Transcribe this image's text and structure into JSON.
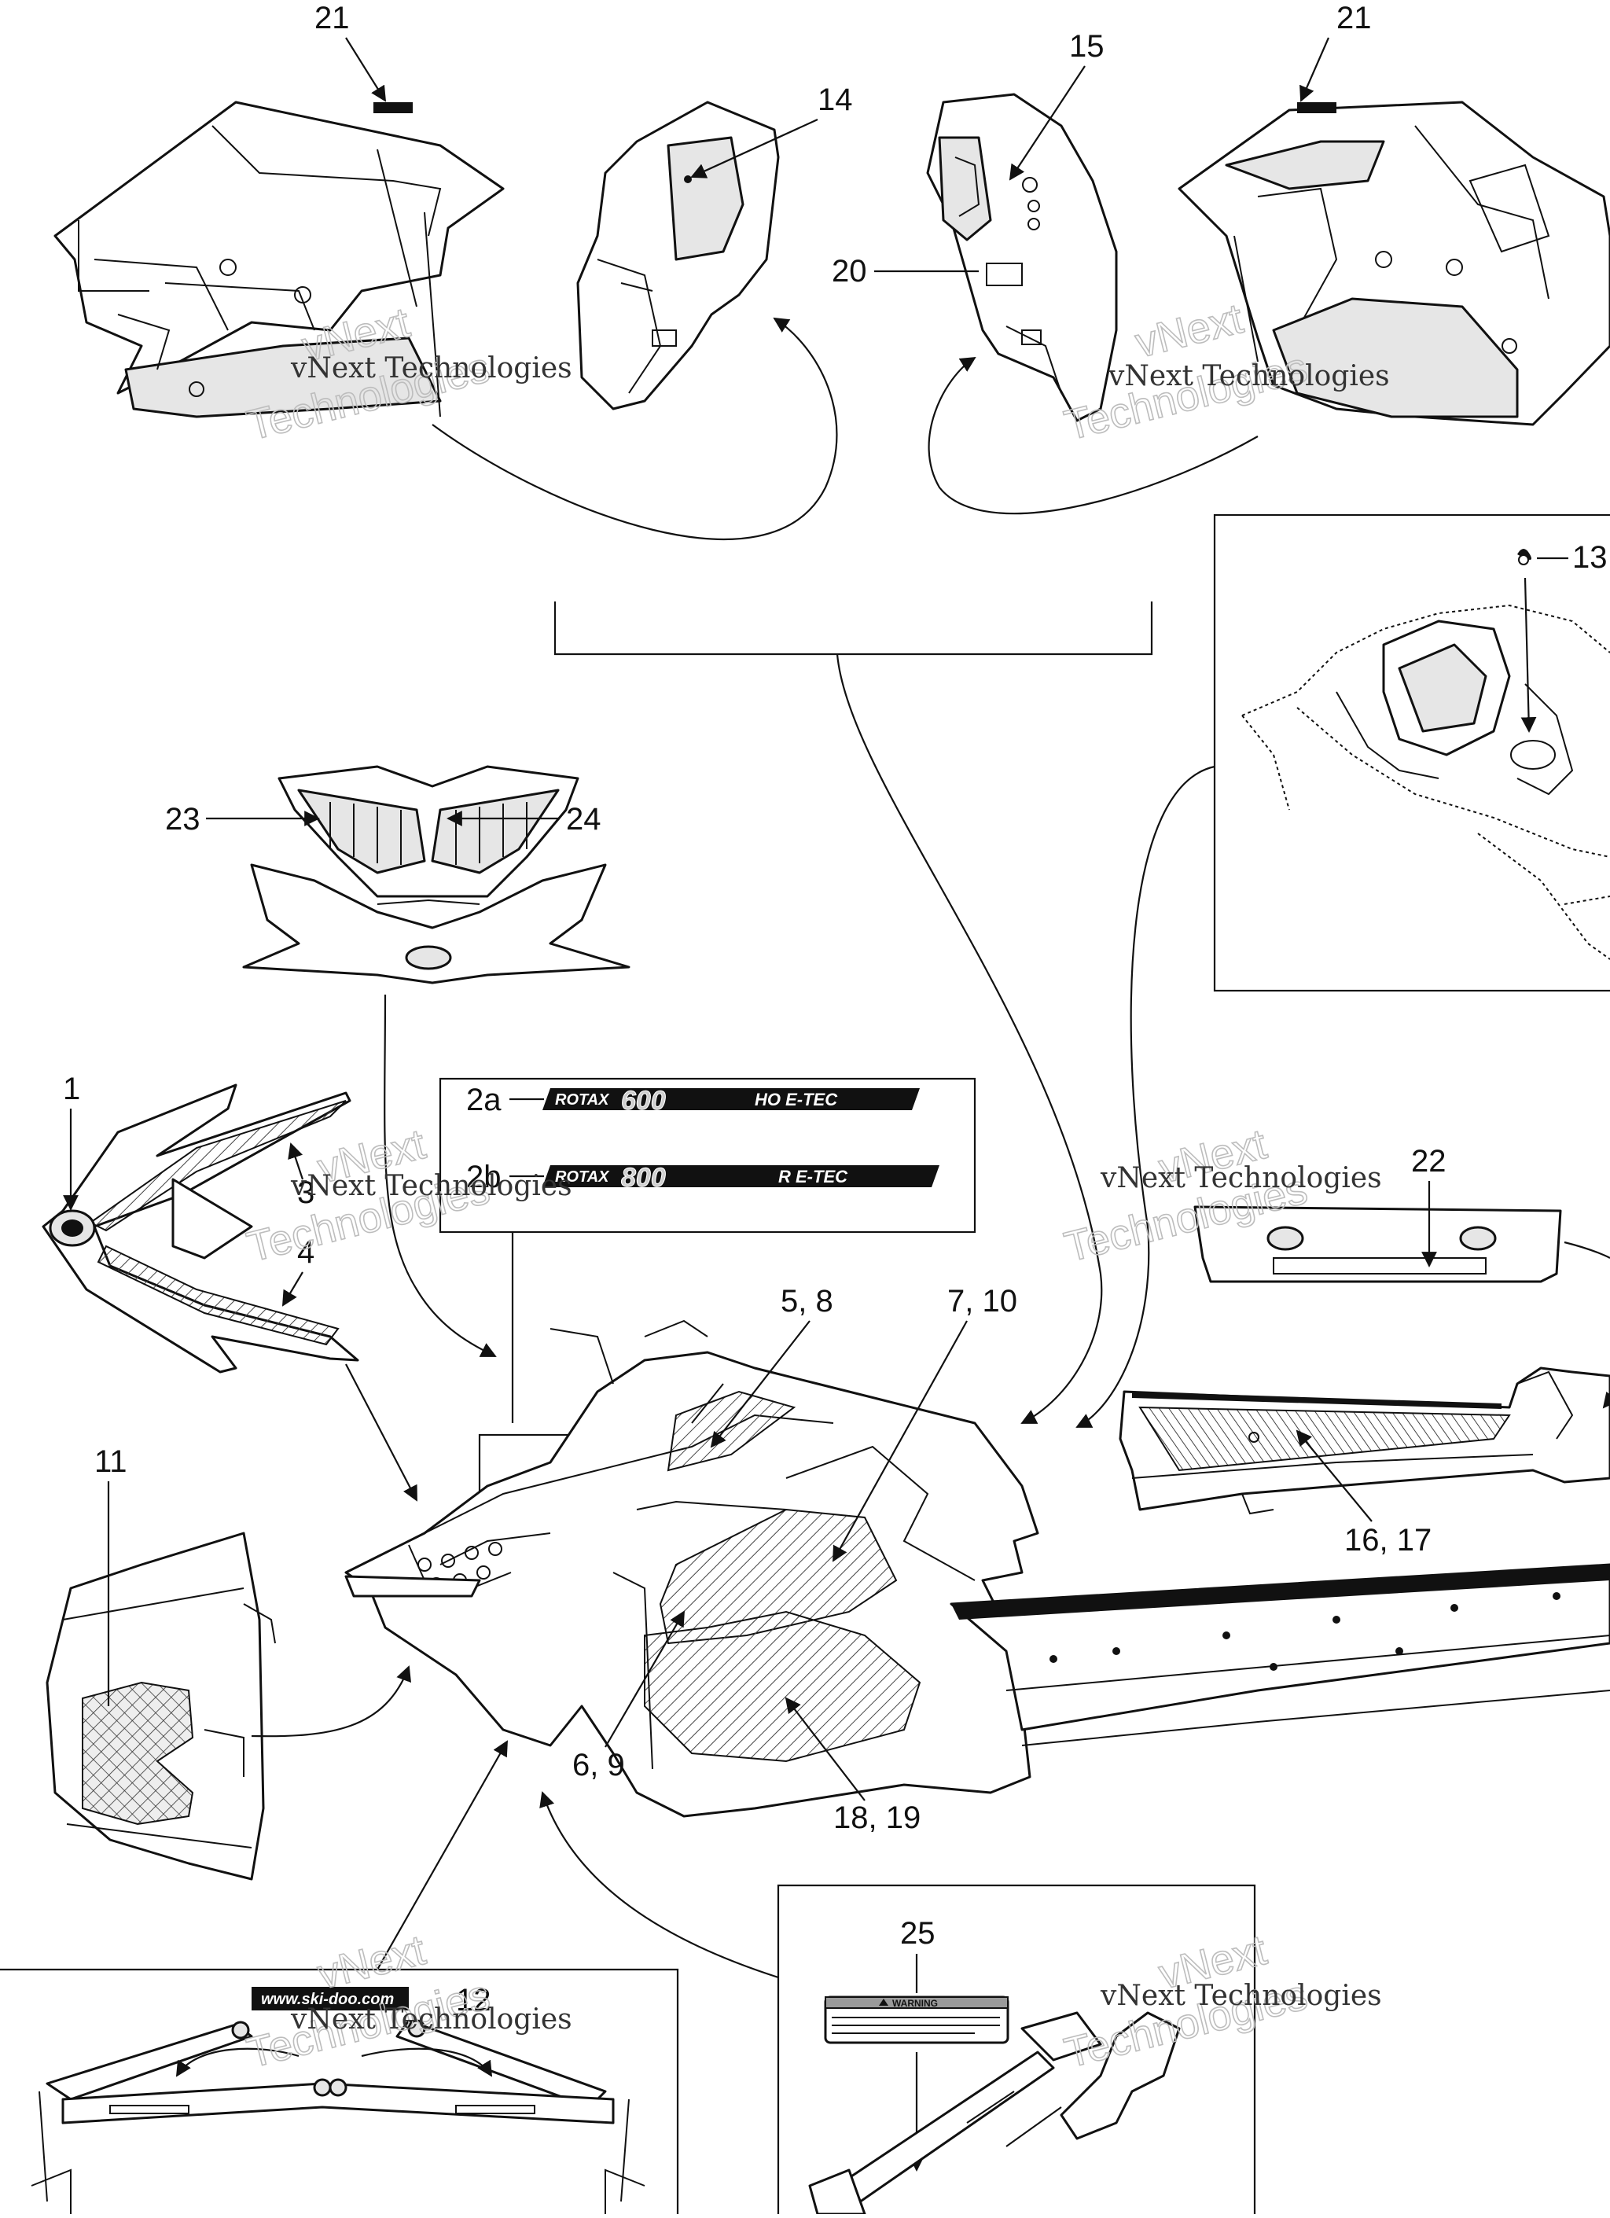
{
  "callouts": {
    "c1": "1",
    "c2a": "2a",
    "c2b": "2b",
    "c3": "3",
    "c4": "4",
    "c58": "5, 8",
    "c69": "6, 9",
    "c710": "7, 10",
    "c11": "11",
    "c12": "12",
    "c13": "13",
    "c14": "14",
    "c15": "15",
    "c1617": "16, 17",
    "c1819": "18, 19",
    "c20": "20",
    "c21a": "21",
    "c21b": "21",
    "c22": "22",
    "c23": "23",
    "c24": "24",
    "c25": "25"
  },
  "decals": {
    "d2a_brand": "ROTAX",
    "d2a_model": "600",
    "d2a_suffix": "HO E-TEC",
    "d2b_brand": "ROTAX",
    "d2b_model": "800",
    "d2b_suffix": "R E-TEC",
    "d12_url": "www.ski-doo.com",
    "d25_title": "WARNING"
  },
  "watermarks": {
    "top_left_a": "vNext Technologies",
    "top_left_b": "vNext",
    "top_left_c": "Technologies",
    "top_right_a": "vNext Technologies",
    "top_right_b": "vNext",
    "top_right_c": "Technologies",
    "mid_left_a": "vNext Technologies",
    "mid_left_b": "vNext",
    "mid_left_c": "Technologies",
    "mid_right_a": "vNext Technologies",
    "mid_right_b": "vNext",
    "mid_right_c": "Technologies",
    "bot_left_a": "vNext Technologies",
    "bot_left_b": "vNext",
    "bot_left_c": "Technologies",
    "bot_right_a": "vNext Technologies",
    "bot_right_b": "vNext",
    "bot_right_c": "Technologies"
  },
  "colors": {
    "line": "#111111",
    "background": "#ffffff",
    "hatch": "#444444"
  }
}
